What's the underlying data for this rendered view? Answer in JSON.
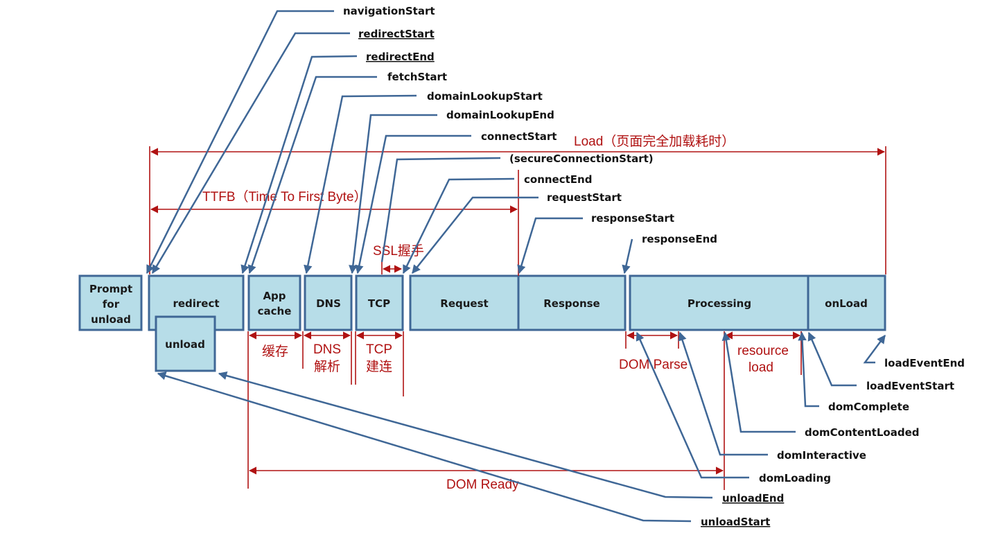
{
  "title": "Navigation Timing",
  "phases": {
    "prompt_for_unload": [
      "Prompt",
      "for",
      "unload"
    ],
    "redirect": "redirect",
    "unload": "unload",
    "app_cache": [
      "App",
      "cache"
    ],
    "dns": "DNS",
    "tcp": "TCP",
    "request": "Request",
    "response": "Response",
    "processing": "Processing",
    "onload": "onLoad"
  },
  "events": {
    "navigationStart": "navigationStart",
    "redirectStart": "redirectStart",
    "redirectEnd": "redirectEnd",
    "fetchStart": "fetchStart",
    "domainLookupStart": "domainLookupStart",
    "domainLookupEnd": "domainLookupEnd",
    "connectStart": "connectStart",
    "secureConnectionStart": "(secureConnectionStart)",
    "connectEnd": "connectEnd",
    "requestStart": "requestStart",
    "responseStart": "responseStart",
    "responseEnd": "responseEnd",
    "loadEventEnd": "loadEventEnd",
    "loadEventStart": "loadEventStart",
    "domComplete": "domComplete",
    "domContentLoaded": "domContentLoaded",
    "domInteractive": "domInteractive",
    "domLoading": "domLoading",
    "unloadEnd": "unloadEnd",
    "unloadStart": "unloadStart"
  },
  "spans": {
    "load": "Load（页面完全加载耗时）",
    "ttfb": "TTFB（Time To First Byte）",
    "ssl": "SSL握手",
    "cache": "缓存",
    "dns_line1": "DNS",
    "dns_line2": "解析",
    "tcp_line1": "TCP",
    "tcp_line2": "建连",
    "dom_parse": "DOM Parse",
    "resource_line1": "resource",
    "resource_line2": "load",
    "dom_ready": "DOM Ready"
  },
  "colors": {
    "box_fill": "#b7dde8",
    "box_stroke": "#3f6796",
    "annotation_red": "#b01212"
  }
}
